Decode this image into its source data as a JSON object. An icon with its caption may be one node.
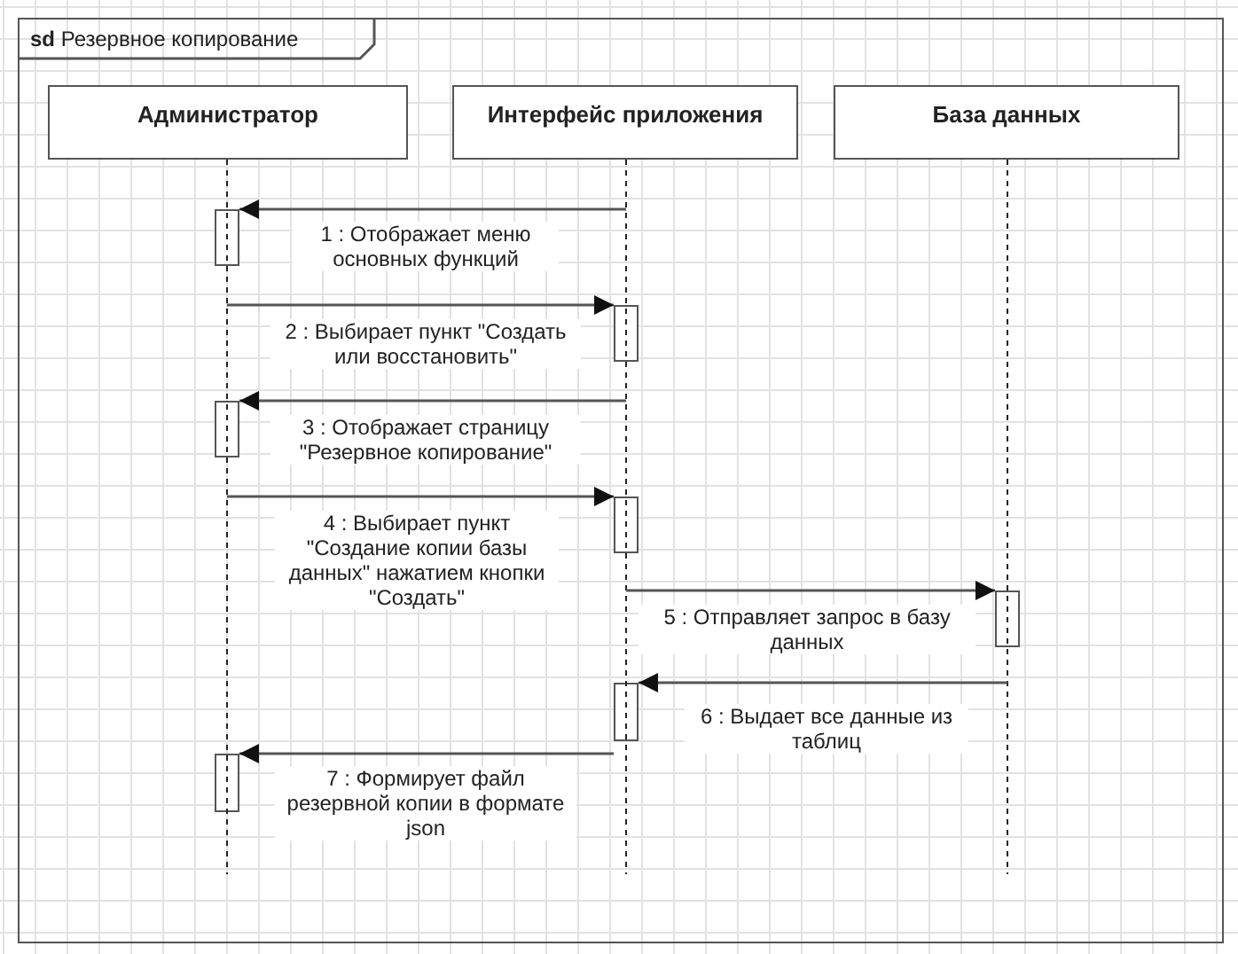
{
  "diagram": {
    "nodes": [
      {
        "text": [
          "**sd** Резервное копирование"
        ]
      },
      {
        "text": [
          "Администратор"
        ],
        "in": 0
      },
      {
        "text": [
          "Интерфейс приложения"
        ],
        "in": 0
      },
      {
        "text": [
          "База данных"
        ],
        "in": 0
      },
      {
        "text": [],
        "shape": "bar",
        "in": 0
      },
      {
        "text": [],
        "shape": "bar",
        "in": 0
      },
      {
        "text": [],
        "shape": "bar",
        "in": 0
      },
      {
        "text": [],
        "shape": "bar",
        "in": 0
      },
      {
        "text": [],
        "shape": "bar",
        "in": 0
      },
      {
        "text": [],
        "shape": "bar",
        "in": 0
      },
      {
        "text": [],
        "shape": "bar",
        "in": 0
      }
    ],
    "edges": [
      {
        "from": null,
        "to": 4,
        "arrow": "to",
        "label": "1 : Отображает меню основных функций"
      },
      {
        "from": null,
        "to": 5,
        "arrow": "to",
        "label": "2 : Выбирает пункт \"Создать или восстановить\""
      },
      {
        "from": null,
        "to": 6,
        "arrow": "to",
        "label": "3 : Отображает страницу \"Резервное копирование\""
      },
      {
        "from": null,
        "to": 7,
        "arrow": "to",
        "label": "4 : Выбирает пункт \"Создание копии базы данных\" нажатием кнопки \"Создать\""
      },
      {
        "from": null,
        "to": 8,
        "arrow": "to",
        "label": "5 : Отправляет запрос в базу данных"
      },
      {
        "from": null,
        "to": 9,
        "arrow": "to",
        "label": "6 : Выдает все данные из таблиц"
      },
      {
        "from": 9,
        "to": 10,
        "arrow": "to",
        "label": "7 : Формирует файл резервной копии в формате json"
      }
    ]
  }
}
